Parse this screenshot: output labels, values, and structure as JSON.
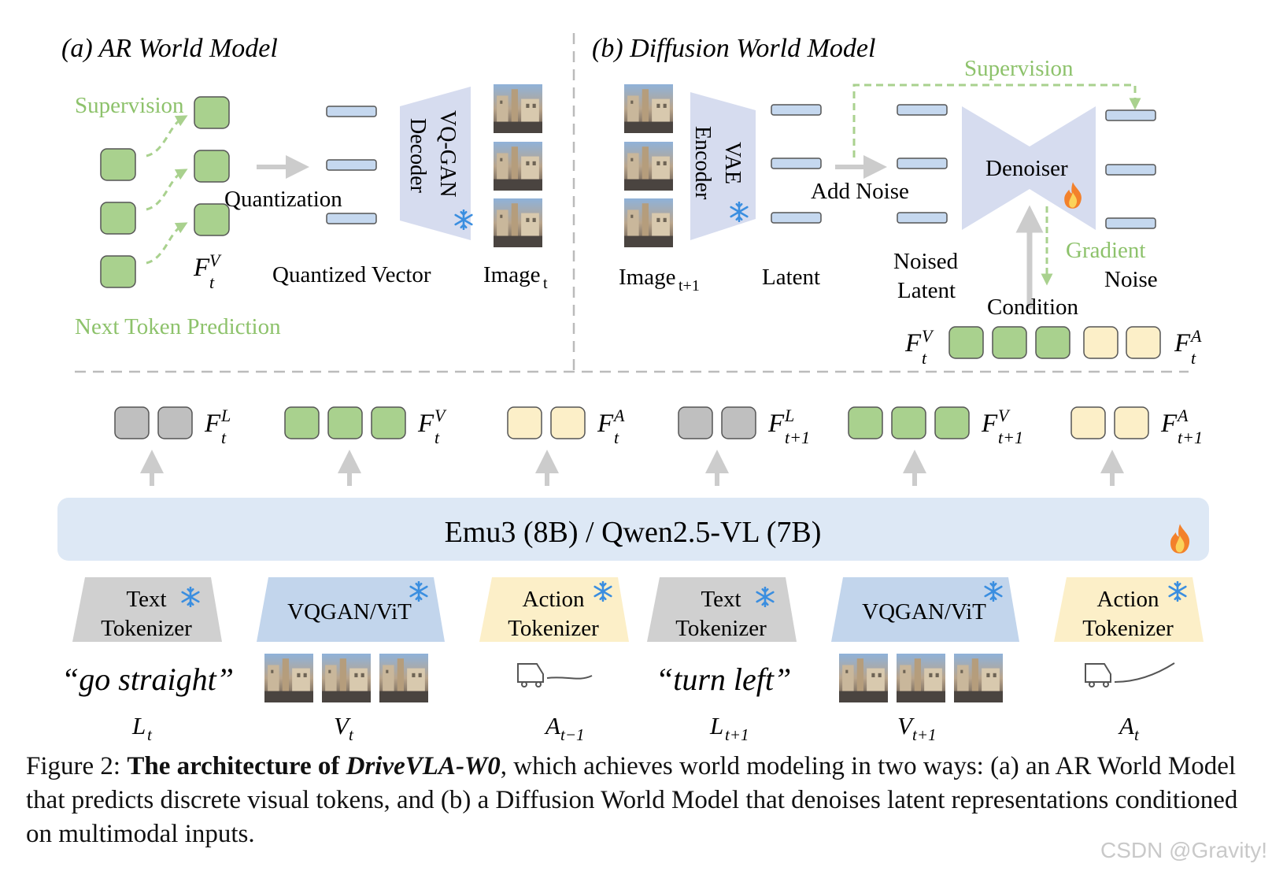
{
  "panel_a": {
    "title": "(a) AR World Model",
    "supervision": "Supervision",
    "quantization": "Quantization",
    "decoder": [
      "VQ-GAN",
      "Decoder"
    ],
    "quantized_vector": "Quantized Vector",
    "image_label": "Image",
    "image_sub": "t",
    "feature_label": "F",
    "feature_sup": "V",
    "feature_sub": "t",
    "next_token": "Next Token Prediction"
  },
  "panel_b": {
    "title": "(b) Diffusion World Model",
    "supervision": "Supervision",
    "encoder": [
      "VAE",
      "Encoder"
    ],
    "add_noise": "Add Noise",
    "denoiser": "Denoiser",
    "image_label": "Image",
    "image_sub": "t+1",
    "latent": "Latent",
    "noised_latent": [
      "Noised",
      "Latent"
    ],
    "gradient": "Gradient",
    "noise": "Noise",
    "condition": "Condition",
    "cond_left_sup": "V",
    "cond_left_sub": "t",
    "cond_right_sup": "A",
    "cond_right_sub": "t"
  },
  "tokens": [
    {
      "sup": "L",
      "sub": "t"
    },
    {
      "sup": "V",
      "sub": "t"
    },
    {
      "sup": "A",
      "sub": "t"
    },
    {
      "sup": "L",
      "sub": "t+1"
    },
    {
      "sup": "V",
      "sub": "t+1"
    },
    {
      "sup": "A",
      "sub": "t+1"
    }
  ],
  "backbone": "Emu3 (8B) / Qwen2.5-VL (7B)",
  "tokenizers": [
    {
      "lines": [
        "Text",
        "Tokenizer"
      ]
    },
    {
      "lines": [
        "VQGAN/ViT"
      ]
    },
    {
      "lines": [
        "Action",
        "Tokenizer"
      ]
    },
    {
      "lines": [
        "Text",
        "Tokenizer"
      ]
    },
    {
      "lines": [
        "VQGAN/ViT"
      ]
    },
    {
      "lines": [
        "Action",
        "Tokenizer"
      ]
    }
  ],
  "inputs": {
    "text_1": "“go straight”",
    "text_2": "“turn left”"
  },
  "input_labels": [
    {
      "main": "L",
      "sub": "t"
    },
    {
      "main": "V",
      "sub": "t"
    },
    {
      "main": "A",
      "sub": "t−1"
    },
    {
      "main": "L",
      "sub": "t+1"
    },
    {
      "main": "V",
      "sub": "t+1"
    },
    {
      "main": "A",
      "sub": "t"
    }
  ],
  "caption": {
    "prefix": "Figure 2: ",
    "bold": "The architecture of ",
    "bold_italic": "DriveVLA-W0",
    "rest": ", which achieves world modeling in two ways: (a) an AR World Model that predicts discrete visual tokens, and (b) a Diffusion World Model that denoises latent representations conditioned on multimodal inputs."
  },
  "watermark": "CSDN @Gravity!",
  "colors": {
    "green": "#a9d18e",
    "green_text": "#8dc26b",
    "gray": "#bfbfbf",
    "yellow": "#fcefc8",
    "blue_bar": "#c5d8ef",
    "blue_trap": "#d6dcef",
    "backbone": "#dde8f5",
    "arrow": "#cccccc"
  }
}
